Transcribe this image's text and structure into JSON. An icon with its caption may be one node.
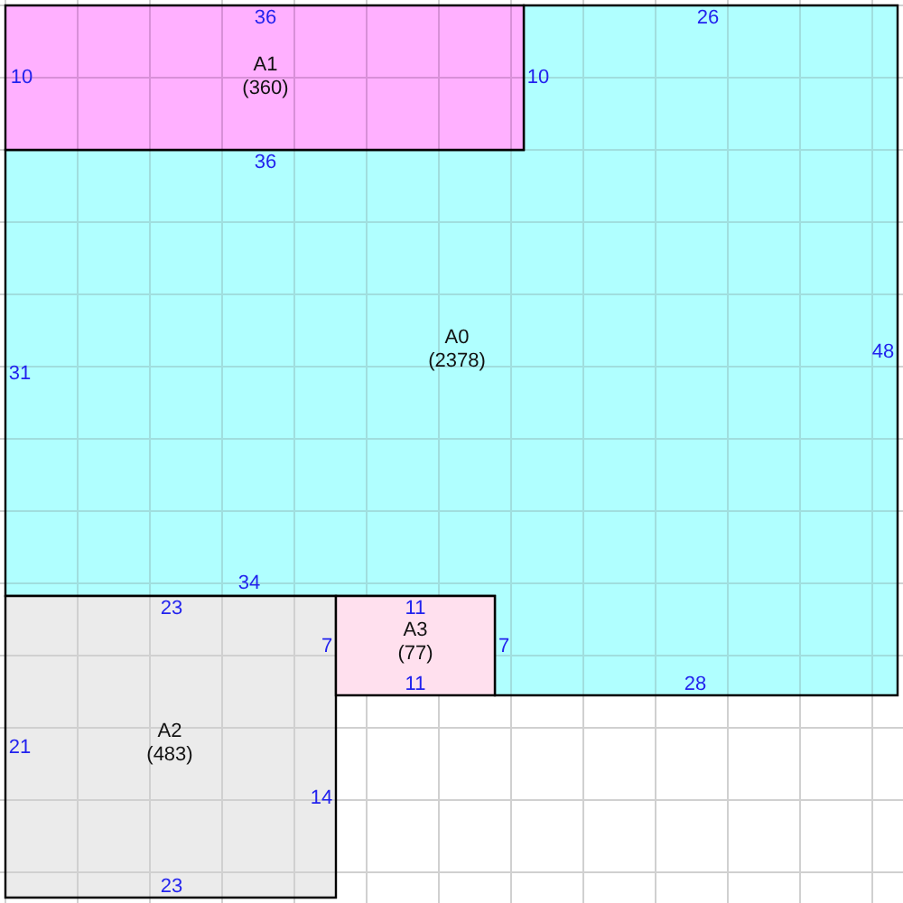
{
  "diagram": {
    "nodes": [
      {
        "text": [
          "A1",
          "(360)"
        ]
      },
      {
        "text": [
          "A0",
          "(2378)"
        ]
      },
      {
        "text": [
          "A3",
          "(77)"
        ]
      },
      {
        "text": [
          "A2",
          "(483)"
        ]
      }
    ],
    "labels": [
      "36",
      "26",
      "10",
      "10",
      "36",
      "48",
      "31",
      "34",
      "23",
      "11",
      "7",
      "7",
      "11",
      "28",
      "21",
      "14",
      "23"
    ]
  }
}
